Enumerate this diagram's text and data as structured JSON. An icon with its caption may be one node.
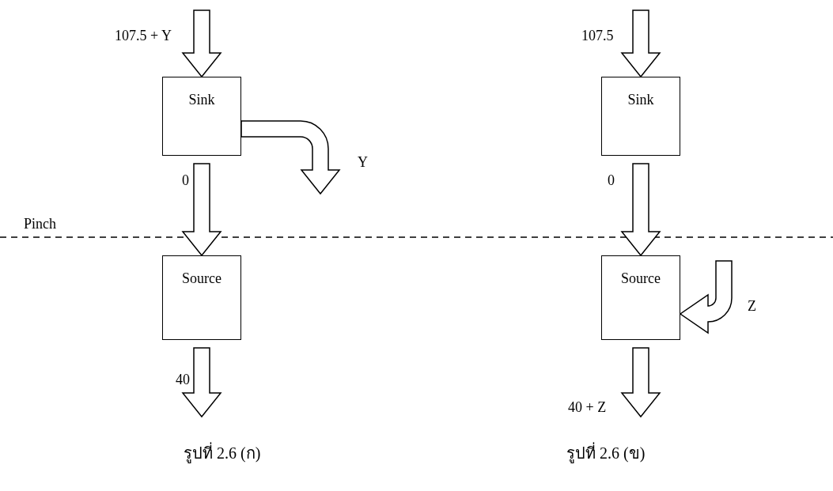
{
  "diagram": {
    "nodes": [
      {
        "text": [
          "Sink"
        ]
      },
      {
        "text": [
          "Source"
        ]
      },
      {
        "text": [
          "Sink"
        ]
      },
      {
        "text": [
          "Source"
        ]
      }
    ],
    "edges": [
      {
        "from": null,
        "to": 0,
        "arrow": "to",
        "label": "107.5 + Y"
      },
      {
        "from": 0,
        "to": null,
        "arrow": "to",
        "label": "Y"
      },
      {
        "from": 0,
        "to": 1,
        "arrow": "to",
        "label": "0"
      },
      {
        "from": 1,
        "to": null,
        "arrow": "to",
        "label": "40"
      },
      {
        "from": null,
        "to": 2,
        "arrow": "to",
        "label": "107.5"
      },
      {
        "from": 2,
        "to": 3,
        "arrow": "to",
        "label": "0"
      },
      {
        "from": null,
        "to": 3,
        "arrow": "to",
        "label": "Z"
      },
      {
        "from": 3,
        "to": null,
        "arrow": "to",
        "label": "40 + Z"
      }
    ],
    "labels": [
      "Pinch",
      "รูปที่ 2.6 (ก)",
      "รูปที่ 2.6 (ข)"
    ]
  }
}
